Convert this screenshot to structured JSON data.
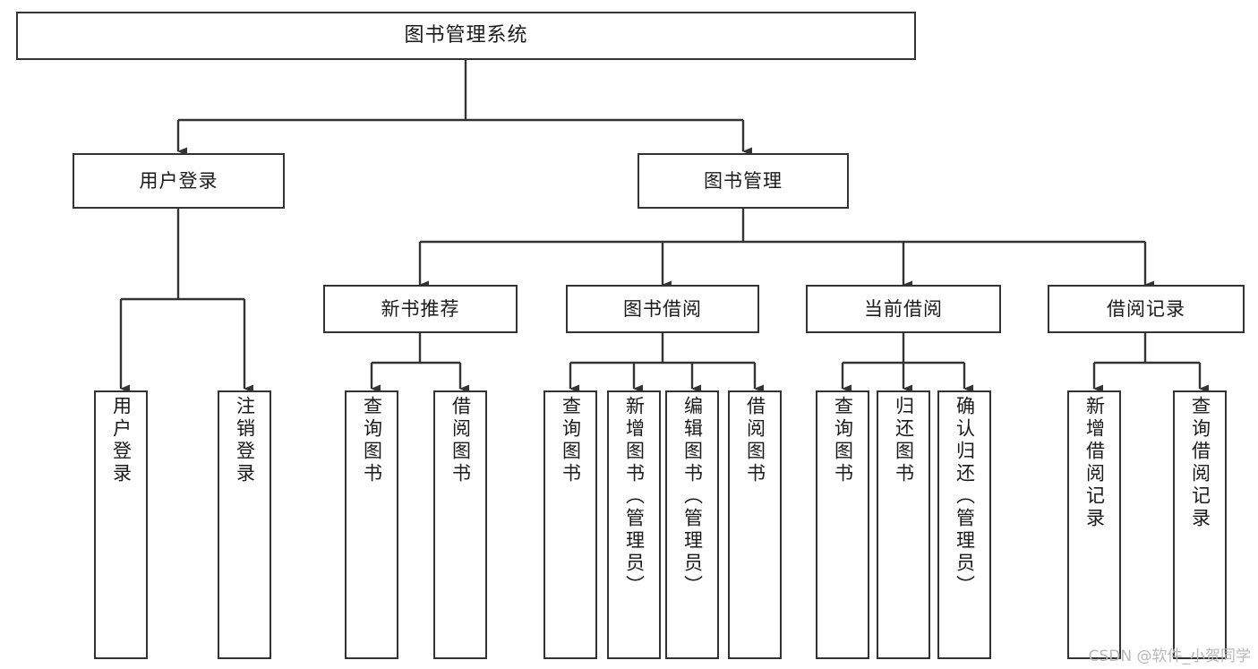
{
  "diagram": {
    "title": "图书管理系统",
    "type": "tree-hierarchy-chart",
    "edge_color": "#333333",
    "box_border_color": "#333333",
    "background_color": "#ffffff",
    "text_color": "#1a1a1a"
  },
  "nodes": {
    "root": {
      "label": "图书管理系统",
      "orientation": "horizontal"
    },
    "level2": [
      {
        "label": "用户登录",
        "orientation": "horizontal"
      },
      {
        "label": "图书管理",
        "orientation": "horizontal"
      }
    ],
    "level3": [
      {
        "label": "新书推荐",
        "orientation": "horizontal"
      },
      {
        "label": "图书借阅",
        "orientation": "horizontal"
      },
      {
        "label": "当前借阅",
        "orientation": "horizontal"
      },
      {
        "label": "借阅记录",
        "orientation": "horizontal"
      }
    ],
    "leaves_user_login": [
      {
        "label": "用户登录",
        "orientation": "vertical"
      },
      {
        "label": "注销登录",
        "orientation": "vertical"
      }
    ],
    "leaves_new_book": [
      {
        "label": "查询图书",
        "orientation": "vertical"
      },
      {
        "label": "借阅图书",
        "orientation": "vertical"
      }
    ],
    "leaves_borrow": [
      {
        "label": "查询图书",
        "orientation": "vertical"
      },
      {
        "label": "新增图书（管理员）",
        "orientation": "vertical"
      },
      {
        "label": "编辑图书（管理员）",
        "orientation": "vertical"
      },
      {
        "label": "借阅图书",
        "orientation": "vertical"
      }
    ],
    "leaves_current": [
      {
        "label": "查询图书",
        "orientation": "vertical"
      },
      {
        "label": "归还图书",
        "orientation": "vertical"
      },
      {
        "label": "确认归还（管理员）",
        "orientation": "vertical"
      }
    ],
    "leaves_records": [
      {
        "label": "新增借阅记录",
        "orientation": "vertical"
      },
      {
        "label": "查询借阅记录",
        "orientation": "vertical"
      }
    ]
  },
  "watermark": {
    "text": "CSDN @软件_小贺同学"
  }
}
